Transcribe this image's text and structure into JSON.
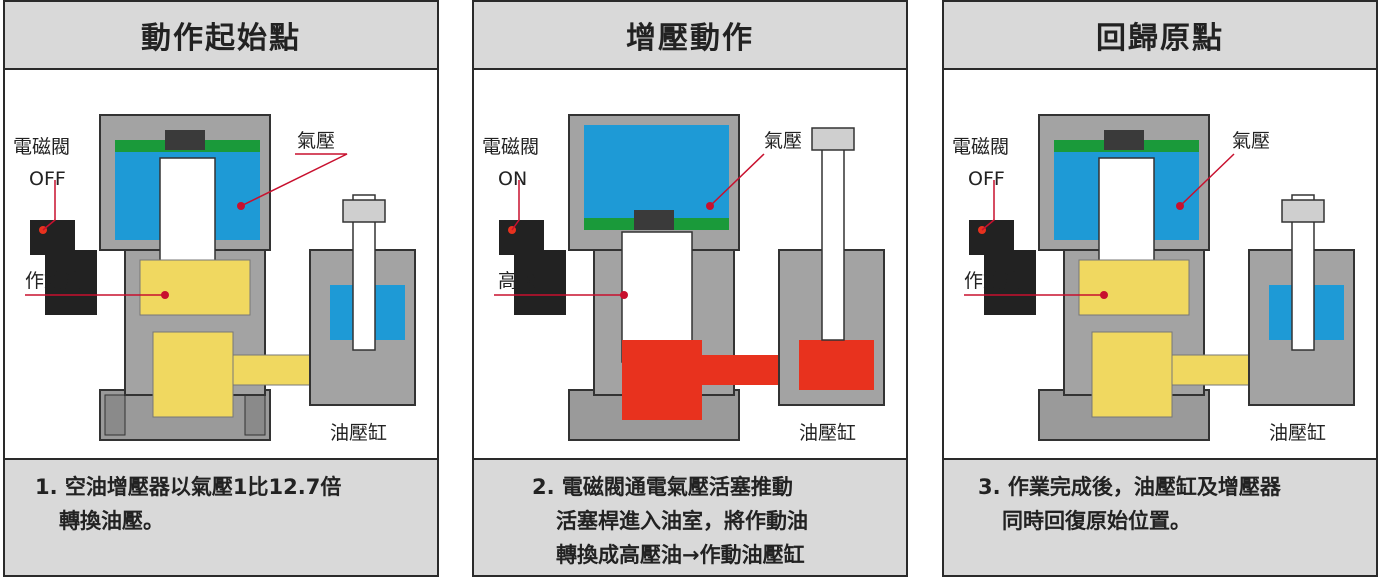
{
  "panels": [
    {
      "title": "動作起始點",
      "labels": {
        "valve": "電磁閥",
        "valve_state": "OFF",
        "air": "氣壓",
        "oil": "作動油",
        "cylinder": "油壓缸"
      },
      "caption": {
        "num": "1.",
        "line1": "空油增壓器以氣壓1比12.7倍",
        "line2": "轉換油壓。",
        "line3": ""
      }
    },
    {
      "title": "增壓動作",
      "labels": {
        "valve": "電磁閥",
        "valve_state": "ON",
        "air": "氣壓",
        "oil": "高壓",
        "cylinder": "油壓缸"
      },
      "caption": {
        "num": "2.",
        "line1": "電磁閥通電氣壓活塞推動",
        "line2": "活塞桿進入油室，將作動油",
        "line3": "轉換成高壓油→作動油壓缸"
      }
    },
    {
      "title": "回歸原點",
      "labels": {
        "valve": "電磁閥",
        "valve_state": "OFF",
        "air": "氣壓",
        "oil": "作動油",
        "cylinder": "油壓缸"
      },
      "caption": {
        "num": "3.",
        "line1": "作業完成後，油壓缸及增壓器",
        "line2": "同時回復原始位置。",
        "line3": ""
      }
    }
  ],
  "colors": {
    "header_bg": "#d9d9d9",
    "air_blue": "#1e9ad6",
    "oil_yellow": "#f0d860",
    "high_pressure_red": "#e8321e",
    "seal_green": "#1a9a3a",
    "leader_red": "#c8102e"
  }
}
